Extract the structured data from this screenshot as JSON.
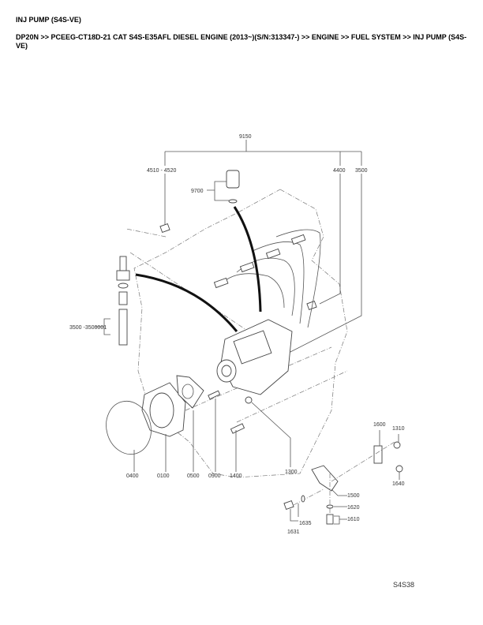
{
  "title": "INJ PUMP (S4S-VE)",
  "breadcrumb": "DP20N >> PCEEG-CT18D-21 CAT S4S-E35AFL DIESEL ENGINE (2013~)(S/N:313347-) >> ENGINE >> FUEL SYSTEM >> INJ PUMP (S4S-VE)",
  "diagram": {
    "labels": {
      "l9150": "9150",
      "l4510": "4510 - 4520",
      "l4400": "4400",
      "l3500top": "3500",
      "l9700": "9700",
      "l3500left": "3500 -3500001",
      "l0400": "0400",
      "l0100": "0100",
      "l0500": "0500",
      "l0900": "0900",
      "l1400": "1400",
      "l1300": "1300",
      "l1600": "1600",
      "l1310": "1310",
      "l1640": "1640",
      "l1500": "1500",
      "l1620": "1620",
      "l1610": "1610",
      "l1635": "1635",
      "l1631": "1631"
    },
    "figure_code": "S4S38"
  }
}
